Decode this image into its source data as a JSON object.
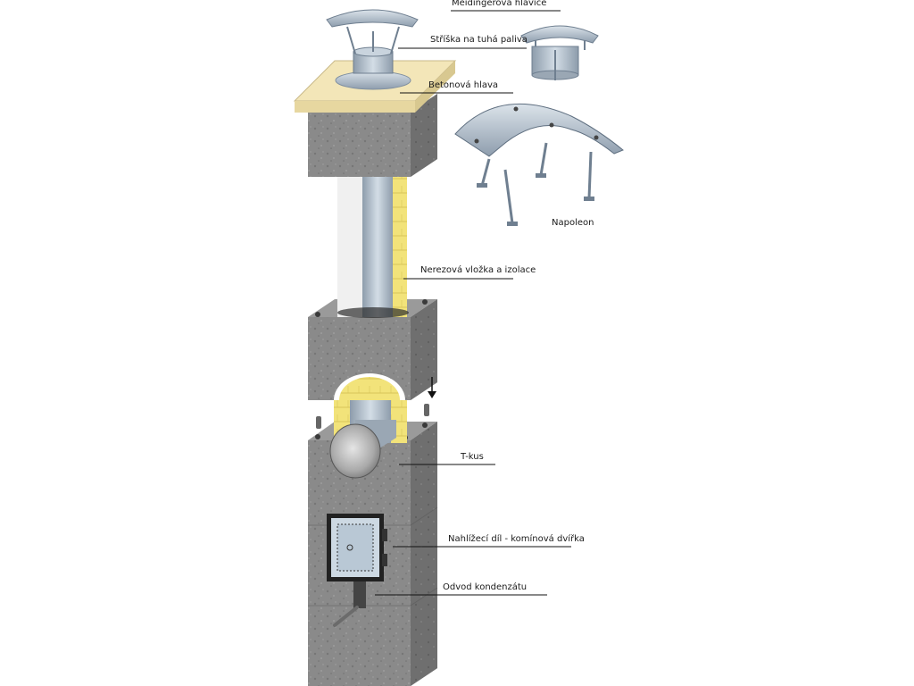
{
  "labels": {
    "meidinger": "Meidingerova hlavice",
    "striska": "Stříška na tuhá paliva",
    "betonova": "Betonová hlava",
    "napoleon": "Napoleon",
    "nerezova": "Nerezová vložka a izolace",
    "tkus": "T-kus",
    "nahlizeci": "Nahlížecí díl - komínová dvířka",
    "odvod": "Odvod kondenzátu"
  },
  "colors": {
    "block": "#8c8c8c",
    "block_dark": "#6e6e6e",
    "block_top": "#9a9a9a",
    "metal": "#b6c4d2",
    "metal_dark": "#7f8fa0",
    "insulation": "#f2e37a",
    "concrete_cap": "#f3e6b8",
    "white_liner": "#f0f0f0"
  }
}
